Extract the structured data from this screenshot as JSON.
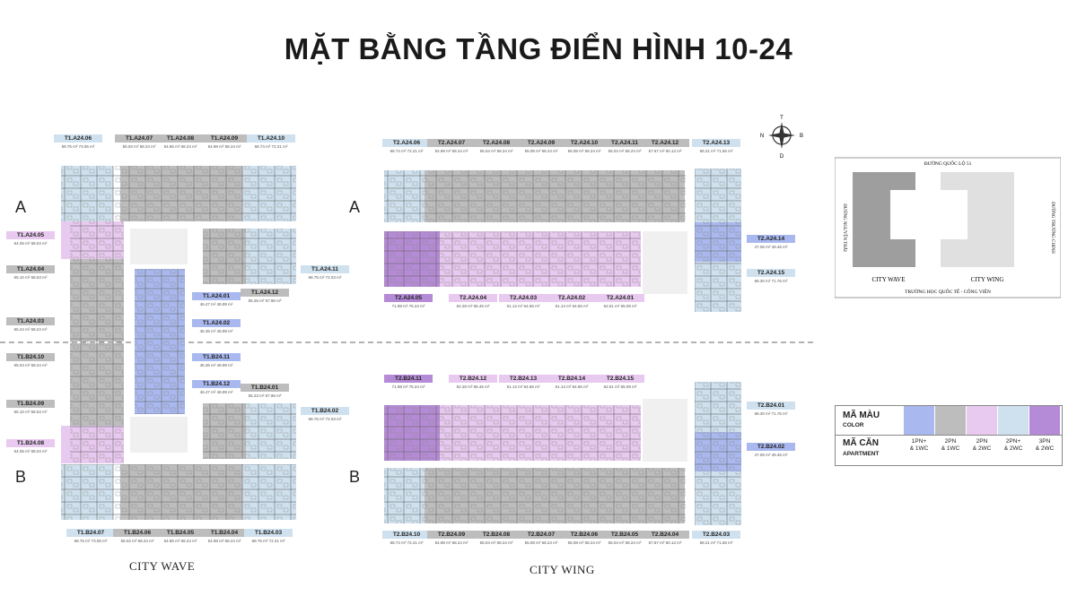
{
  "title": "MẶT BẰNG TẦNG ĐIỂN HÌNH 10-24",
  "colors": {
    "blue": "#a9b8ee",
    "grey": "#bdbdbd",
    "pink": "#e8c9ef",
    "light": "#cfe1ee",
    "purple": "#b58ad6"
  },
  "blocks": {
    "a": "A",
    "b": "B"
  },
  "building_names": {
    "wave": "CITY WAVE",
    "wing": "CITY WING"
  },
  "compass": {
    "n": "N",
    "s": "D",
    "e": "B",
    "w": "T"
  },
  "keymap": {
    "top_road": "ĐƯỜNG QUỐC LỘ 51",
    "left_road": "ĐƯỜNG NGUYỄN TRÃI",
    "right_road": "ĐƯỜNG TRƯỜNG CHINH",
    "bottom": "TRƯỜNG HỌC QUỐC TẾ - CÔNG VIÊN",
    "wave": "CITY WAVE",
    "wing": "CITY WING"
  },
  "legend": {
    "color_label": "MÃ MÀU",
    "color_sub": "COLOR",
    "apt_label": "MÃ CĂN",
    "apt_sub": "APARTMENT",
    "items": [
      {
        "l1": "1PN+",
        "l2": "& 1WC"
      },
      {
        "l1": "2PN",
        "l2": "& 1WC"
      },
      {
        "l1": "2PN",
        "l2": "& 2WC"
      },
      {
        "l1": "2PN+",
        "l2": "& 2WC"
      },
      {
        "l1": "3PN",
        "l2": "& 2WC"
      }
    ]
  },
  "units": {
    "t1a06": {
      "code": "T1.A24.06",
      "area": "59.76 m²  73.06 m²"
    },
    "t1a07": {
      "code": "T1.A24.07",
      "area": "55.03 m²  58.24 m²"
    },
    "t1a08": {
      "code": "T1.A24.08",
      "area": "54.86 m²  58.24 m²"
    },
    "t1a09": {
      "code": "T1.A24.09",
      "area": "54.98 m²  58.24 m²"
    },
    "t1a10": {
      "code": "T1.A24.10",
      "area": "68.74 m²  72.21 m²"
    },
    "t1a05": {
      "code": "T1.A24.05",
      "area": "64.06 m²  68.04 m²"
    },
    "t1a04": {
      "code": "T1.A24.04",
      "area": "55.10 m²  58.63 m²"
    },
    "t1a03": {
      "code": "T1.A24.03",
      "area": "55.24 m²  58.24 m²"
    },
    "t1a11": {
      "code": "T1.A24.11",
      "area": "68.75 m²  72.03 m²"
    },
    "t1a12": {
      "code": "T1.A24.12",
      "area": "55.25 m²  57.96 m²"
    },
    "t1a01": {
      "code": "T1.A24.01",
      "area": "46.47 m²  48.99 m²"
    },
    "t1a02": {
      "code": "T1.A24.02",
      "area": "46.36 m²  48.99 m²"
    },
    "t1b11": {
      "code": "T1.B24.11",
      "area": "46.36 m²  48.99 m²"
    },
    "t1b12": {
      "code": "T1.B24.12",
      "area": "46.47 m²  48.99 m²"
    },
    "t1b01": {
      "code": "T1.B24.01",
      "area": "55.23 m²  57.96 m²"
    },
    "t1b02": {
      "code": "T1.B24.02",
      "area": "68.75 m²  72.03 m²"
    },
    "t1b10": {
      "code": "T1.B24.10",
      "area": "55.04 m²  58.24 m²"
    },
    "t1b09": {
      "code": "T1.B24.09",
      "area": "55.10 m²  58.63 m²"
    },
    "t1b08": {
      "code": "T1.B24.08",
      "area": "64.06 m²  68.04 m²"
    },
    "t1b07": {
      "code": "T1.B24.07",
      "area": "68.76 m²  73.06 m²"
    },
    "t1b06": {
      "code": "T1.B24.06",
      "area": "55.02 m²  58.24 m²"
    },
    "t1b05": {
      "code": "T1.B24.05",
      "area": "54.86 m²  58.24 m²"
    },
    "t1b04": {
      "code": "T1.B24.04",
      "area": "54.98 m²  58.24 m²"
    },
    "t1b03": {
      "code": "T1.B24.03",
      "area": "68.76 m²  72.21 m²"
    },
    "t2a06": {
      "code": "T2.A24.06",
      "area": "68.74 m²  72.21 m²"
    },
    "t2a07": {
      "code": "T2.A24.07",
      "area": "54.98 m²  58.24 m²"
    },
    "t2a08": {
      "code": "T2.A24.08",
      "area": "55.04 m²  58.24 m²"
    },
    "t2a09": {
      "code": "T2.A24.09",
      "area": "55.08 m²  58.24 m²"
    },
    "t2a10": {
      "code": "T2.A24.10",
      "area": "55.08 m²  58.24 m²"
    },
    "t2a11": {
      "code": "T2.A24.11",
      "area": "55.04 m²  58.24 m²"
    },
    "t2a12": {
      "code": "T2.A24.12",
      "area": "57.67 m²  60.13 m²"
    },
    "t2a13": {
      "code": "T2.A24.13",
      "area": "68.21 m²  71.56 m²"
    },
    "t2a14": {
      "code": "T2.A24.14",
      "area": "47.06 m²  49.46 m²"
    },
    "t2a15": {
      "code": "T2.A24.15",
      "area": "68.30 m²  71.76 m²"
    },
    "t2a05": {
      "code": "T2.A24.05",
      "area": "71.98 m²  75.24 m²"
    },
    "t2a04": {
      "code": "T2.A24.04",
      "area": "62.28 m²  65.45 m²"
    },
    "t2a03": {
      "code": "T2.A24.03",
      "area": "61.14 m²  64.56 m²"
    },
    "t2a02": {
      "code": "T2.A24.02",
      "area": "61.14 m²  64.56 m²"
    },
    "t2a01": {
      "code": "T2.A24.01",
      "area": "62.51 m²  65.09 m²"
    },
    "t2b11": {
      "code": "T2.B24.11",
      "area": "71.98 m²  75.24 m²"
    },
    "t2b12": {
      "code": "T2.B24.12",
      "area": "62.28 m²  65.45 m²"
    },
    "t2b13": {
      "code": "T2.B24.13",
      "area": "61.14 m²  64.56 m²"
    },
    "t2b14": {
      "code": "T2.B24.14",
      "area": "61.14 m²  64.56 m²"
    },
    "t2b15": {
      "code": "T2.B24.15",
      "area": "62.51 m²  65.09 m²"
    },
    "t2b01": {
      "code": "T2.B24.01",
      "area": "68.30 m²  71.76 m²"
    },
    "t2b02": {
      "code": "T2.B24.02",
      "area": "47.06 m²  49.46 m²"
    },
    "t2b10": {
      "code": "T2.B24.10",
      "area": "68.74 m²  72.21 m²"
    },
    "t2b09": {
      "code": "T2.B24.09",
      "area": "54.98 m²  58.24 m²"
    },
    "t2b08": {
      "code": "T2.B24.08",
      "area": "55.04 m²  58.24 m²"
    },
    "t2b07": {
      "code": "T2.B24.07",
      "area": "55.08 m²  58.24 m²"
    },
    "t2b06": {
      "code": "T2.B24.06",
      "area": "55.08 m²  58.24 m²"
    },
    "t2b05": {
      "code": "T2.B24.05",
      "area": "55.04 m²  58.24 m²"
    },
    "t2b04": {
      "code": "T2.B24.04",
      "area": "57.67 m²  60.13 m²"
    },
    "t2b03": {
      "code": "T2.B24.03",
      "area": "68.21 m²  71.56 m²"
    }
  }
}
